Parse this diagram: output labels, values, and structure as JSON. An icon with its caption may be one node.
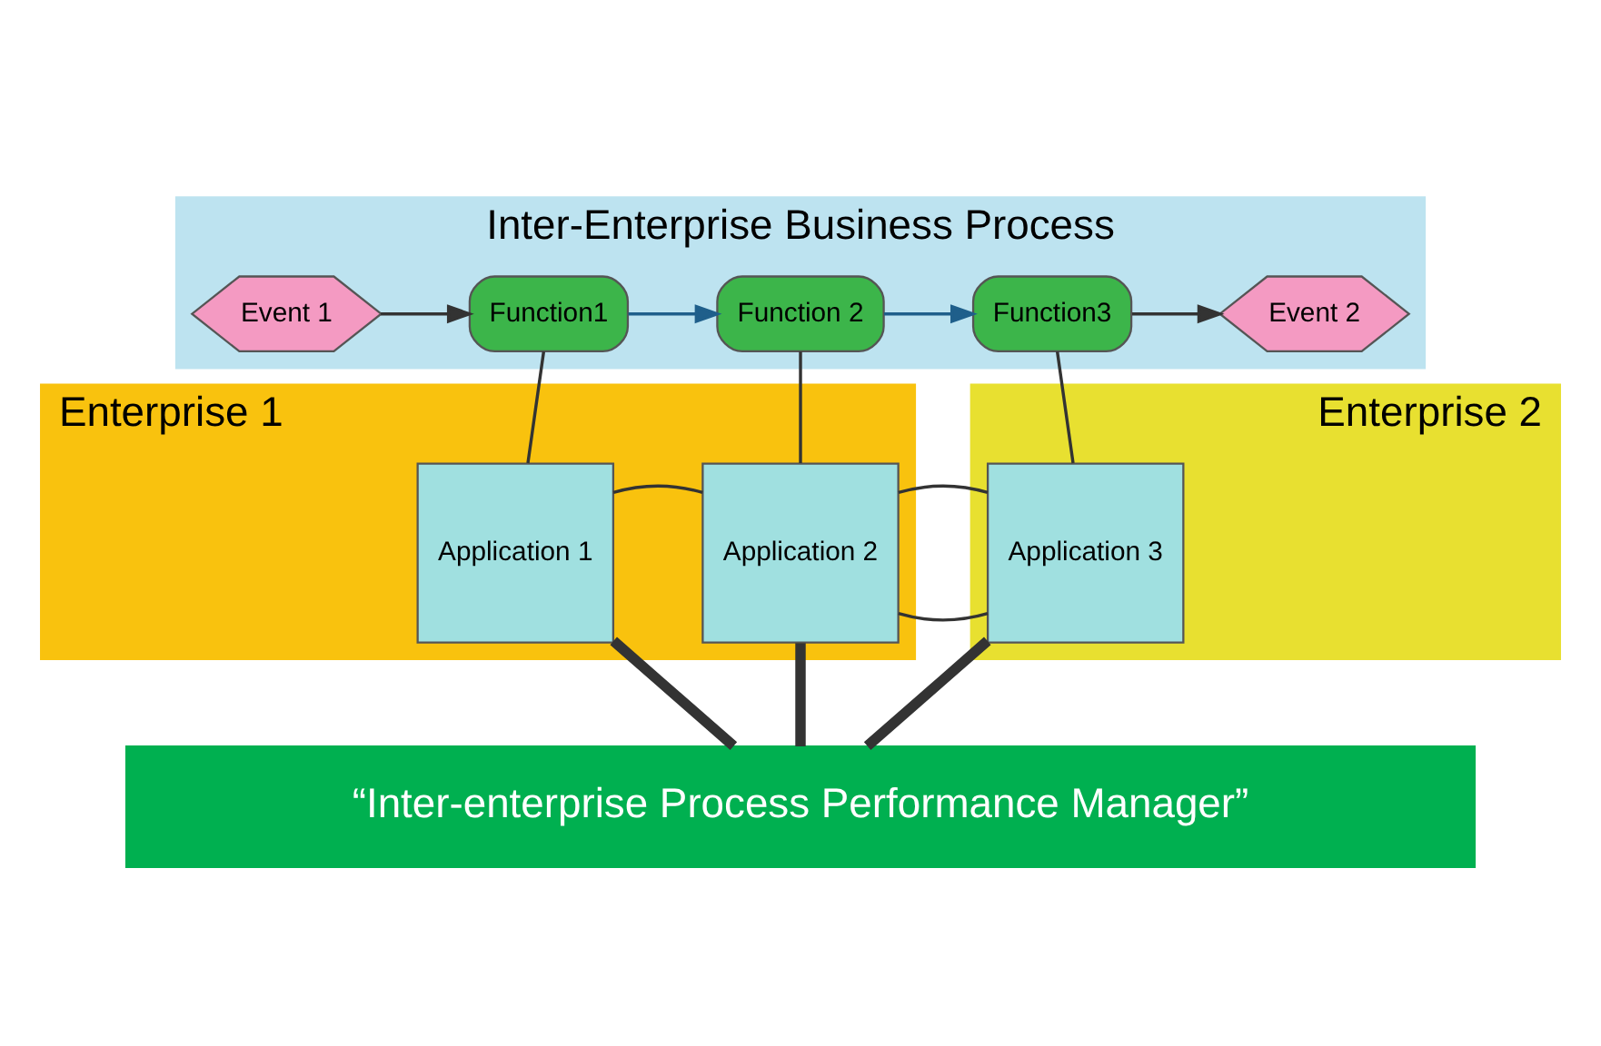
{
  "diagram": {
    "nodes": [
      {
        "text": [
          "Inter-Enterprise Business Process"
        ]
      },
      {
        "text": [
          "Event 1"
        ],
        "in": 0
      },
      {
        "text": [
          "Function1"
        ],
        "in": 0
      },
      {
        "text": [
          "Function 2"
        ],
        "in": 0
      },
      {
        "text": [
          "Function3"
        ],
        "in": 0
      },
      {
        "text": [
          "Event 2"
        ],
        "in": 0
      },
      {
        "text": [
          "Enterprise 1"
        ]
      },
      {
        "text": [
          "Application 1"
        ],
        "in": 6
      },
      {
        "text": [
          "Application 2"
        ],
        "in": 6
      },
      {
        "text": [
          "Enterprise 2"
        ]
      },
      {
        "text": [
          "Application 3"
        ],
        "in": 9
      },
      {
        "text": [
          "“Inter-enterprise Process Performance Manager”"
        ]
      }
    ],
    "edges": [
      {
        "from": 1,
        "to": 2,
        "arrow": "to"
      },
      {
        "from": 2,
        "to": 3,
        "arrow": "to",
        "color": "#1f5f8b"
      },
      {
        "from": 3,
        "to": 4,
        "arrow": "to",
        "color": "#1f5f8b"
      },
      {
        "from": 4,
        "to": 5,
        "arrow": "to"
      },
      {
        "from": 2,
        "to": 7,
        "arrow": "none"
      },
      {
        "from": 3,
        "to": 8,
        "arrow": "none"
      },
      {
        "from": 4,
        "to": 10,
        "arrow": "none"
      },
      {
        "from": 7,
        "to": 8,
        "arrow": "none"
      },
      {
        "from": 8,
        "to": 10,
        "arrow": "none"
      },
      {
        "from": 7,
        "to": 11,
        "arrow": "none",
        "style": "thick"
      },
      {
        "from": 8,
        "to": 11,
        "arrow": "none",
        "style": "thick"
      },
      {
        "from": 10,
        "to": 11,
        "arrow": "none",
        "style": "thick"
      }
    ]
  }
}
